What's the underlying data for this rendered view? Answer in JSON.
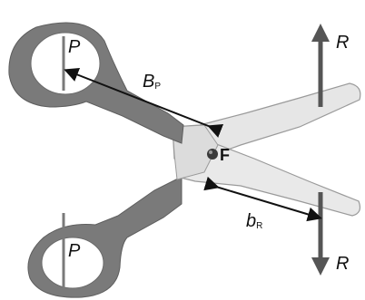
{
  "labels": {
    "effort_top": "P",
    "effort_bottom": "P",
    "resistance_top": "R",
    "resistance_bottom": "R",
    "effort_arm_main": "B",
    "effort_arm_sub": "P",
    "resistance_arm_main": "b",
    "resistance_arm_sub": "R",
    "fulcrum": "F"
  },
  "colors": {
    "handle": "#7a7a7a",
    "blade": "#e6e6e6",
    "arrow_force": "#555555",
    "arrow_arm": "#111111"
  }
}
